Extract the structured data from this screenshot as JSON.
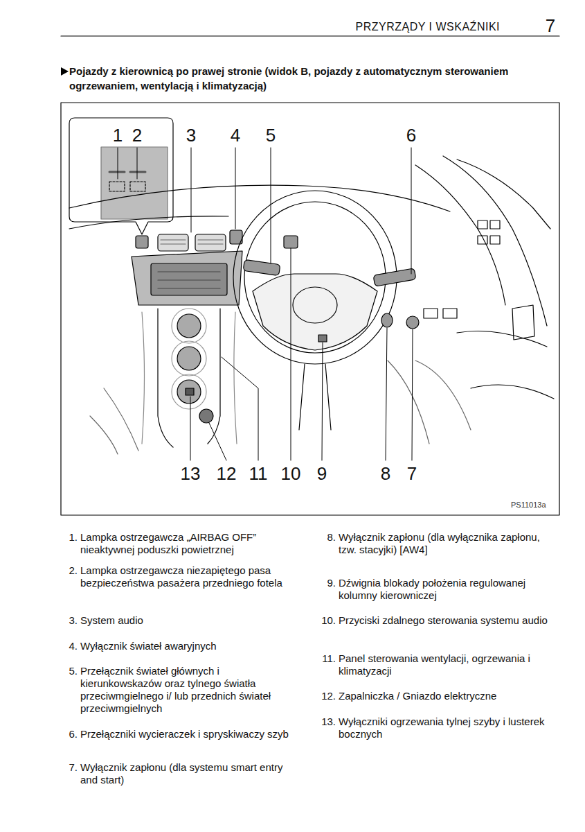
{
  "diagram": {
    "title": "Pojazdy z kierownicą po prawej stronie (widok B, pojazdy z automatycznym sterowaniem ogrzewaniem, wentylacją i klimatyzacją)",
    "labels": [
      "PRZYRZĄDY I WSKAŹNIKI",
      "7",
      "1",
      "2",
      "3",
      "4",
      "5",
      "6",
      "13",
      "12",
      "11",
      "10",
      "9",
      "8",
      "7",
      "PS11013a",
      "1.",
      "Lampka ostrzegawcza „AIRBAG OFF” nieaktywnej poduszki powietrznej",
      "2.",
      "Lampka ostrzegawcza niezapiętego pasa bezpieczeństwa pasażera przedniego fotela",
      "3.",
      "System audio",
      "4.",
      "Wyłącznik świateł awaryjnych",
      "5.",
      "Przełącznik świateł głównych i kierunkowskazów oraz tylnego światła przeciwmgielnego i/ lub przednich świateł przeciwmgielnych",
      "6.",
      "Przełączniki wycieraczek i spryskiwaczy szyb",
      "7.",
      "Wyłącznik zapłonu (dla systemu smart entry and start)",
      "8.",
      "Wyłącznik zapłonu (dla wyłącznika zapłonu, tzw. stacyjki) [AW4]",
      "9.",
      "Dźwignia blokady położenia regulowanej kolumny kierowniczej",
      "10.",
      "Przyciski zdalnego sterowania systemu audio",
      "11.",
      "Panel sterowania wentylacji, ogrzewania i klimatyzacji",
      "12.",
      "Zapalniczka / Gniazdo elektryczne",
      "13.",
      "Wyłączniki ogrzewania tylnej szyby i lusterek bocznych"
    ]
  }
}
